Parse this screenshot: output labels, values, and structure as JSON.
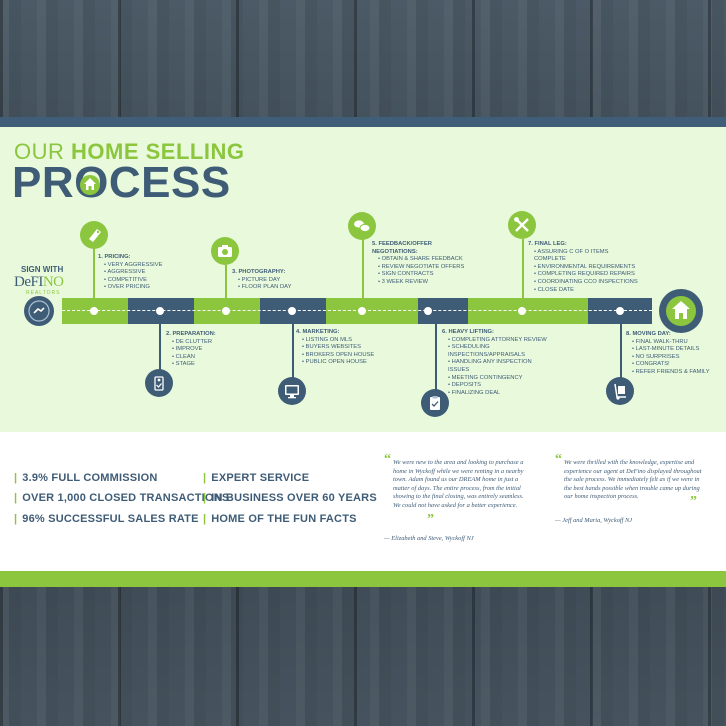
{
  "header": {
    "line1_a": "OUR ",
    "line1_b": "HOME SELLING",
    "line2": "PROCESS"
  },
  "brand": {
    "sign_with": "SIGN WITH",
    "name_a": "DeFI",
    "name_b": "NO",
    "tagline": "REALTORS",
    "green": "#8cc63f",
    "blue": "#3f5c77"
  },
  "steps": [
    {
      "title": "1. PRICING:",
      "items": [
        "VERY AGGRESSIVE",
        "AGGRESSIVE",
        "COMPETITIVE",
        "OVER PRICING"
      ]
    },
    {
      "title": "2. PREPARATION:",
      "items": [
        "DE CLUTTER",
        "IMPROVE",
        "CLEAN",
        "STAGE"
      ]
    },
    {
      "title": "3. PHOTOGRAPHY:",
      "items": [
        "PICTURE DAY",
        "FLOOR PLAN DAY"
      ]
    },
    {
      "title": "4. MARKETING:",
      "items": [
        "LISTING ON MLS",
        "BUYERS WEBSITES",
        "BROKERS OPEN HOUSE",
        "PUBLIC OPEN HOUSE"
      ]
    },
    {
      "title": "5. FEEDBACK/OFFER NEGOTIATIONS:",
      "items": [
        "OBTAIN & SHARE FEEDBACK",
        "REVIEW NEGOTIATE OFFERS",
        "SIGN CONTRACTS",
        "3 WEEK REVIEW"
      ]
    },
    {
      "title": "6. HEAVY LIFTING:",
      "items": [
        "COMPLETING ATTORNEY REVIEW",
        "SCHEDULING INSPECTIONS/APPRAISALS",
        "HANDLING ANY INSPECTION ISSUES",
        "MEETING CONTINGENCY",
        "DEPOSITS",
        "FINALIZING DEAL"
      ]
    },
    {
      "title": "7. FINAL LEG:",
      "items": [
        "ASSURING C OF O ITEMS COMPLETE",
        "ENVIRONMENTAL REQUIREMENTS",
        "COMPLETING REQUIRED REPAIRS",
        "COORDINATING CCO INSPECTIONS",
        "CLOSE DATE"
      ]
    },
    {
      "title": "8. MOVING DAY:",
      "items": [
        "FINAL WALK-THRU",
        "LAST-MINUTE DETAILS",
        "NO SURPRISES",
        "CONGRATS!",
        "REFER FRIENDS & FAMILY"
      ]
    }
  ],
  "stats": {
    "divider": "|",
    "left": [
      "3.9% FULL COMMISSION",
      "OVER 1,000 CLOSED TRANSACTIONS",
      "96% SUCCESSFUL SALES RATE"
    ],
    "right": [
      "EXPERT SERVICE",
      "IN BUSINESS OVER 60 YEARS",
      "HOME OF THE FUN FACTS"
    ]
  },
  "testimonials": [
    {
      "open": "“",
      "close": "”",
      "text": "We were new to the area and looking to purchase a home in Wyckoff while we were renting in a nearby town. Adam found us our DREAM home in just a matter of days. The entire process, from the initial showing to the final closing, was entirely seamless. We could not have asked for a better experience.",
      "author": "— Elizabeth and Steve, Wyckoff NJ"
    },
    {
      "open": "“",
      "close": "”",
      "text": "We were thrilled with the knowledge, expertise and experience our agent at DeFino displayed throughout the sale process. We immediately felt as if we were in the best hands possible when trouble came up during our home inspection process.",
      "author": "— Jeff and Maria, Wyckoff NJ"
    }
  ]
}
